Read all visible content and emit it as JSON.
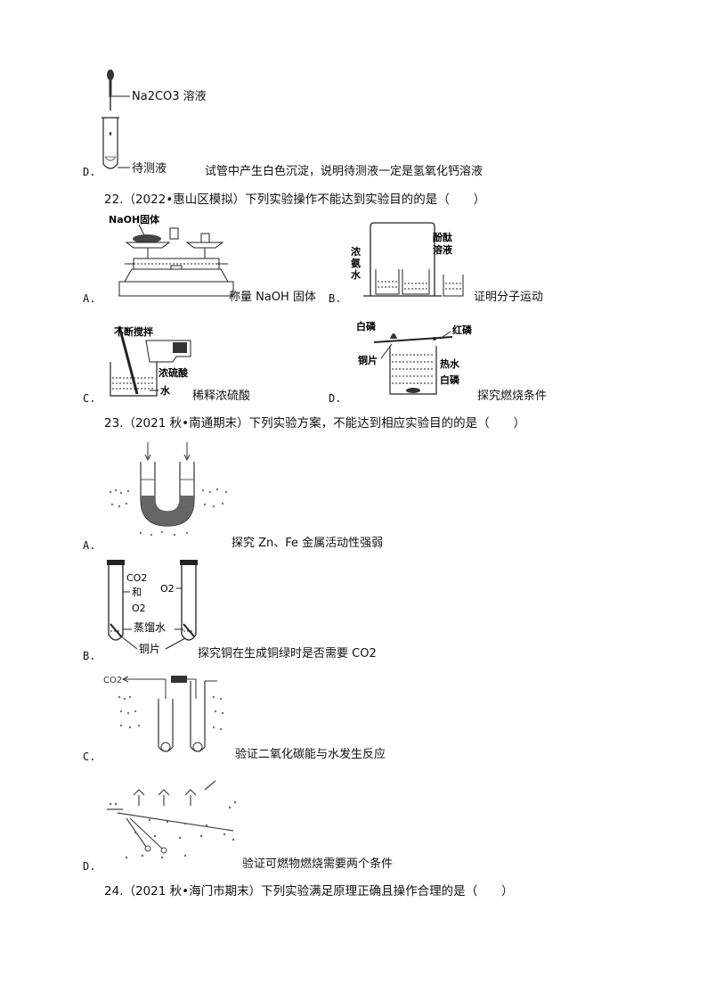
{
  "top_item": {
    "reagent_label": "Na2CO3 溶液",
    "sample_label": "待测液",
    "option": "D.",
    "statement": "试管中产生白色沉淀，说明待测液一定是氢氧化钙溶液"
  },
  "q22": {
    "stem": "22.（2022•惠山区模拟）下列实验操作不能达到实验目的的是（　　）",
    "options": [
      {
        "letter": "A.",
        "caption": "称量 NaOH 固体",
        "fig_labels": [
          "NaOH固体"
        ]
      },
      {
        "letter": "B.",
        "caption": "证明分子运动",
        "fig_labels": [
          "浓",
          "氨",
          "水",
          "酚酞",
          "溶液"
        ]
      },
      {
        "letter": "C.",
        "caption": "稀释浓硫酸",
        "fig_labels": [
          "不断搅拌",
          "浓硫酸",
          "水"
        ]
      },
      {
        "letter": "D.",
        "caption": "探究燃烧条件",
        "fig_labels": [
          "白磷",
          "红磷",
          "铜片",
          "热水",
          "白磷"
        ]
      }
    ]
  },
  "q23": {
    "stem": "23.（2021 秋•南通期末）下列实验方案，不能达到相应实验目的的是（　　）",
    "options": [
      {
        "letter": "A.",
        "caption": "探究 Zn、Fe 金属活动性强弱"
      },
      {
        "letter": "B.",
        "caption": "探究铜在生成铜绿时是否需要 CO2",
        "fig_labels": [
          "CO2",
          "和",
          "O2",
          "O2",
          "蒸馏水",
          "铜片"
        ]
      },
      {
        "letter": "C.",
        "caption": "验证二氧化碳能与水发生反应",
        "fig_labels": [
          "CO2"
        ]
      },
      {
        "letter": "D.",
        "caption": "验证可燃物燃烧需要两个条件"
      }
    ]
  },
  "q24": {
    "stem": "24.（2021 秋•海门市期末）下列实验满足原理正确且操作合理的是（　　）"
  }
}
